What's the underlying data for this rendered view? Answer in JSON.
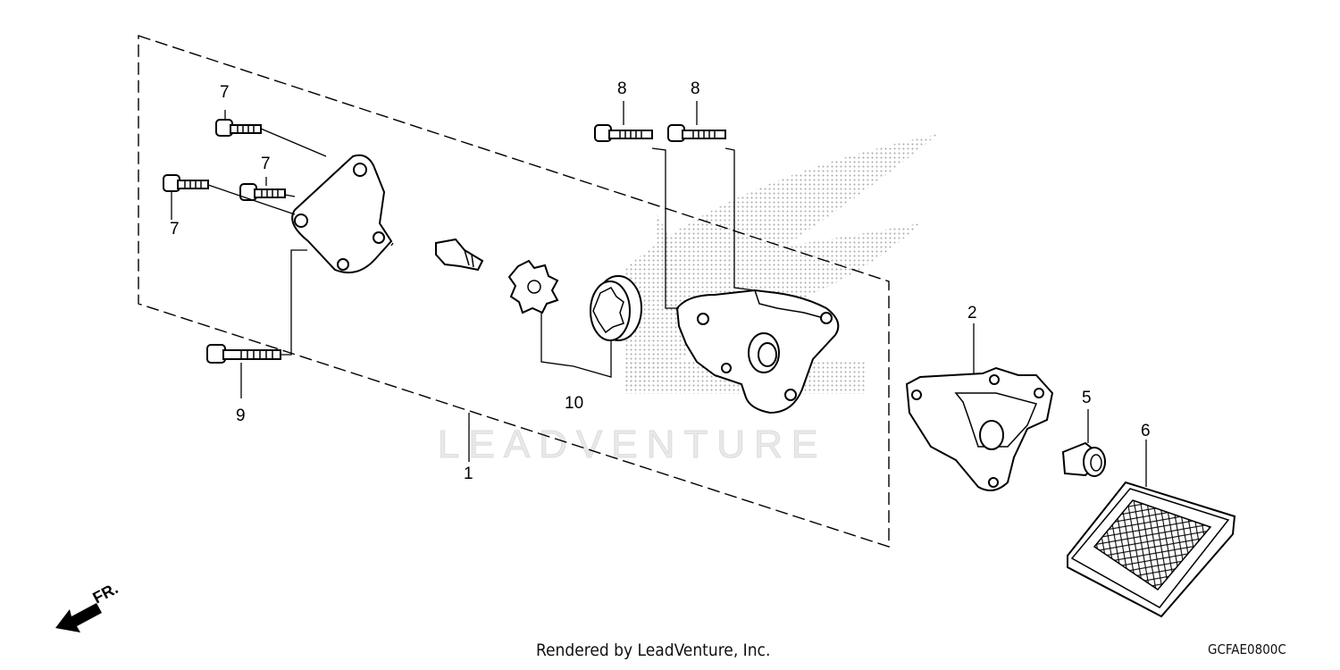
{
  "diagram": {
    "callouts": {
      "c1": "1",
      "c2": "2",
      "c5": "5",
      "c6": "6",
      "c7a": "7",
      "c7b": "7",
      "c7c": "7",
      "c8a": "8",
      "c8b": "8",
      "c9": "9",
      "c10": "10"
    },
    "watermark": "LEADVENTURE",
    "front_arrow_label": "FR.",
    "icons": [
      "front-direction-arrow-icon",
      "honda-wing-watermark-icon"
    ]
  },
  "footer": {
    "credit": "Rendered by LeadVenture, Inc.",
    "diagram_code": "GCFAE0800C"
  }
}
